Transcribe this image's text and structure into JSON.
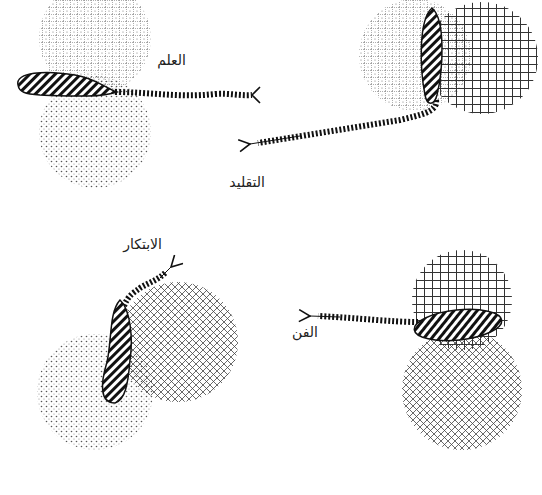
{
  "diagram": {
    "labels": [
      "العلم",
      "التقليد",
      "الابتكار",
      "الفن"
    ]
  }
}
